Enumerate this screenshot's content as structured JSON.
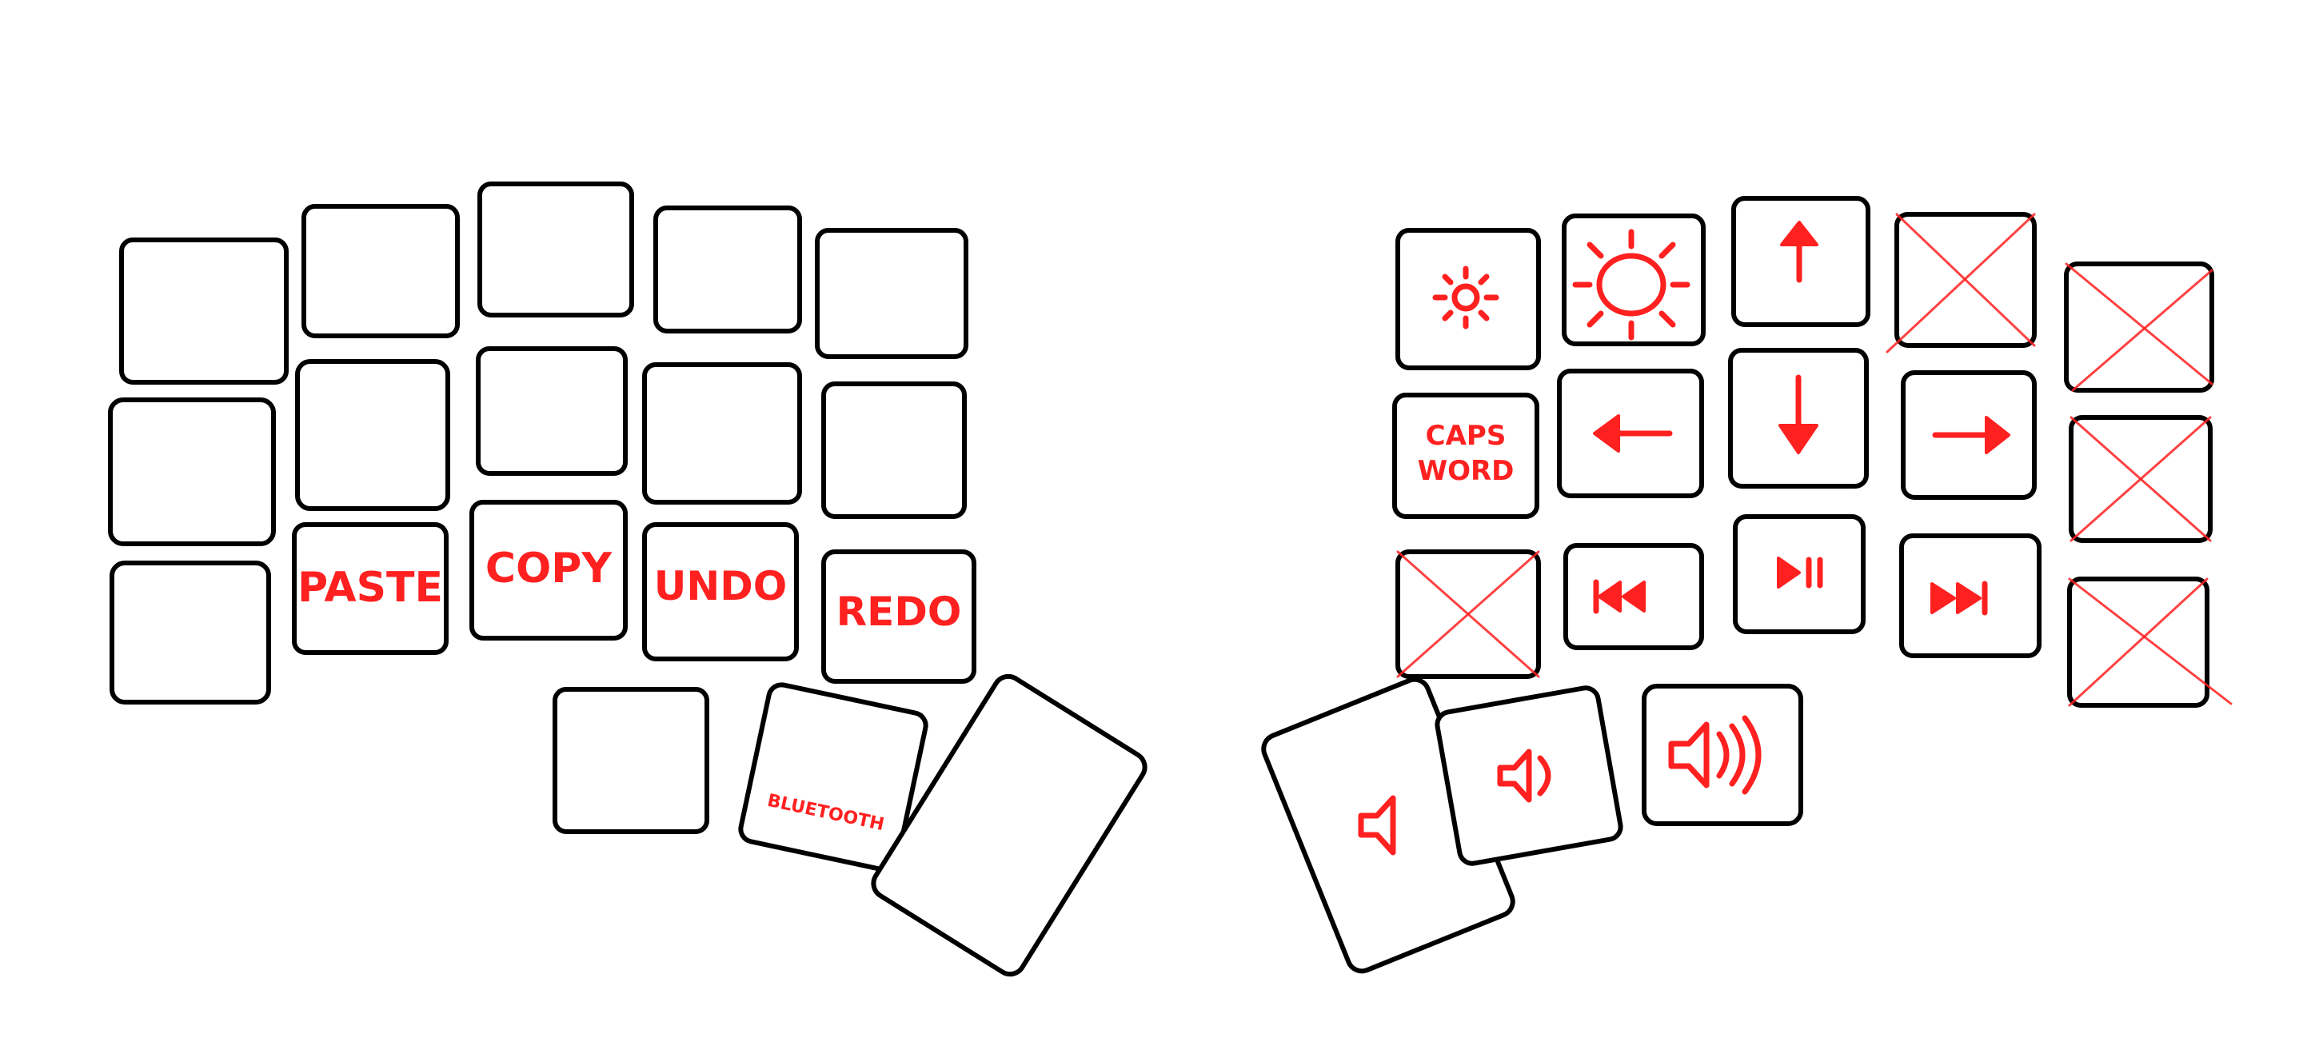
{
  "colors": {
    "outline": "#000000",
    "accent": "#ff2020",
    "background": "#ffffff"
  },
  "left_half": {
    "row1": [
      "",
      "",
      "",
      "",
      ""
    ],
    "row2": [
      "",
      "",
      "",
      "",
      ""
    ],
    "row3": [
      "",
      "PASTE",
      "COPY",
      "UNDO",
      "REDO"
    ],
    "thumbs": [
      "",
      "BLUETOOTH",
      ""
    ]
  },
  "right_half": {
    "row1": [
      {
        "icon": "brightness-down-icon"
      },
      {
        "icon": "brightness-up-icon"
      },
      {
        "icon": "arrow-up-icon"
      },
      {
        "icon": "unassigned-x-icon"
      },
      {
        "icon": "unassigned-x-icon"
      }
    ],
    "row2": [
      {
        "label_line1": "CAPS",
        "label_line2": "WORD"
      },
      {
        "icon": "arrow-left-icon"
      },
      {
        "icon": "arrow-down-icon"
      },
      {
        "icon": "arrow-right-icon"
      },
      {
        "icon": "unassigned-x-icon"
      }
    ],
    "row3": [
      {
        "icon": "unassigned-x-icon"
      },
      {
        "icon": "previous-track-icon"
      },
      {
        "icon": "play-pause-icon"
      },
      {
        "icon": "next-track-icon"
      },
      {
        "icon": "unassigned-x-icon"
      }
    ],
    "thumbs": [
      {
        "icon": "mute-icon"
      },
      {
        "icon": "volume-down-icon"
      },
      {
        "icon": "volume-up-icon"
      }
    ]
  }
}
